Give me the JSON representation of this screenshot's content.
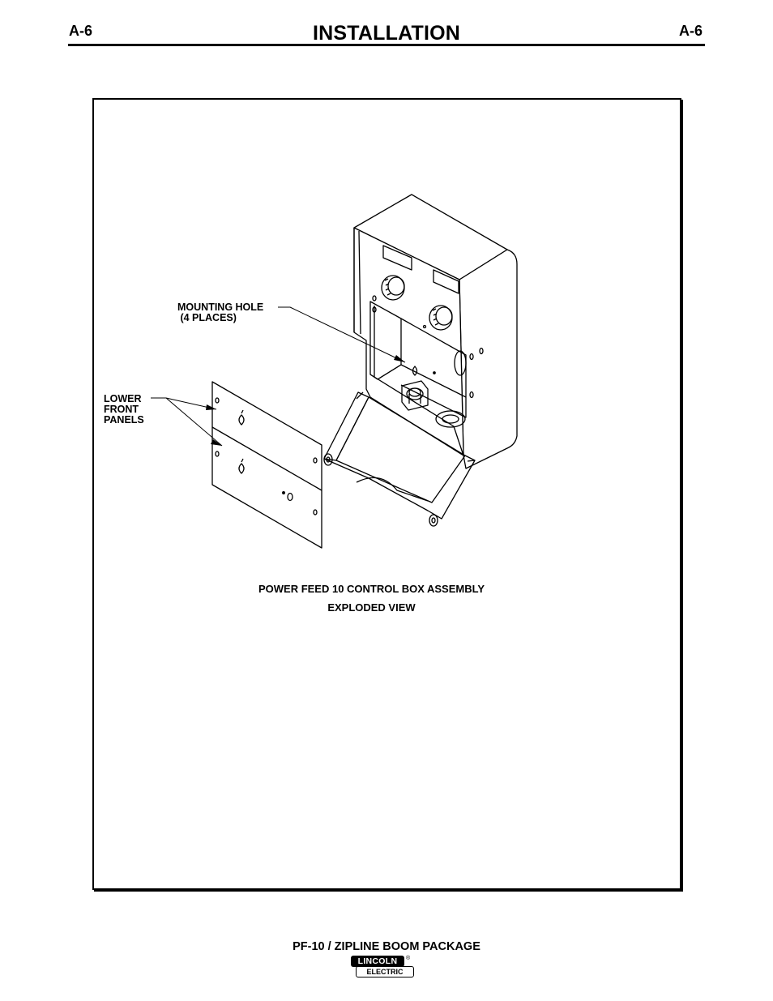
{
  "header": {
    "page_code_left": "A-6",
    "title": "INSTALLATION",
    "page_code_right": "A-6"
  },
  "figure": {
    "label_mounting_hole": "MOUNTING HOLE\n (4 PLACES)",
    "label_lower_front_panels": "LOWER\nFRONT\nPANELS",
    "caption_line1": "POWER FEED 10 CONTROL BOX ASSEMBLY",
    "caption_line2": "EXPLODED VIEW"
  },
  "footer": {
    "product": "PF-10 / ZIPLINE BOOM PACKAGE",
    "logo_top": "LINCOLN",
    "logo_bottom": "ELECTRIC",
    "logo_reg": "®"
  }
}
